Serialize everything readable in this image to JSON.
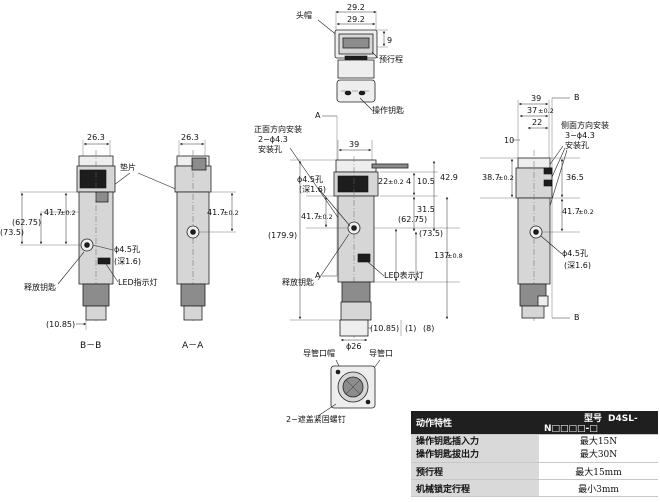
{
  "drawing": {
    "top_view": {
      "head_cap": "头帽",
      "dim_a": "29.2",
      "dim_b": "29.2",
      "dim_9": "9",
      "pre_stroke": "预行程",
      "key": "操作钥匙"
    },
    "view_bb": {
      "width": "26.3",
      "spacer": "垫片",
      "d_41_7": "41.7",
      "tol_41_7": "±0.2",
      "d_62_75": "(62.75)",
      "d_73_5": "(73.5)",
      "hole": "ϕ4.5孔",
      "hole_depth": "(深1.6)",
      "release_key": "释放钥匙",
      "led": "LED指示灯",
      "d_10_85": "(10.85)",
      "caption": "B－B"
    },
    "view_aa": {
      "width": "26.3",
      "d_41_7": "41.7",
      "tol": "±0.2",
      "caption": "A－A"
    },
    "front_view": {
      "section_a_top": "A",
      "section_a_bottom": "A",
      "front_mount": "正面方向安装",
      "front_mount_holes": "2−ϕ4.3",
      "front_mount_label": "安装孔",
      "width_39": "39",
      "hole": "ϕ4.5孔",
      "hole_depth": "(深1.6)",
      "d_22": "22",
      "tol_22": "±0.2",
      "d_4": "4",
      "d_10_5": "10.5",
      "d_42_9": "42.9",
      "d_31_5": "31.5",
      "d_41_7": "41.7",
      "tol_41_7": "±0.2",
      "d_179_9": "(179.9)",
      "d_62_75": "(62.75)",
      "d_73_5": "(73.5)",
      "d_137": "137",
      "tol_137": "±0.8",
      "release_key": "释放钥匙",
      "led": "LED表示灯",
      "d_10_85": "(10.85)",
      "d_1": "(1)",
      "d_8": "(8)",
      "phi_26": "ϕ26",
      "conduit_cap": "导管口帽",
      "conduit_port": "导管口",
      "screws": "2−遮盖紧固螺钉"
    },
    "side_view": {
      "section_b_top": "B",
      "section_b_bottom": "B",
      "width_39": "39",
      "width_37": "37",
      "tol_37": "±0.2",
      "width_22": "22",
      "d_10": "10",
      "side_mount": "侧面方向安装",
      "side_mount_holes": "3−ϕ4.3",
      "side_mount_label": "安装孔",
      "d_38_7": "38.7",
      "tol_38_7": "±0.2",
      "d_36_5": "36.5",
      "d_41_7": "41.7",
      "tol_41_7": "±0.2",
      "hole": "ϕ4.5孔",
      "hole_depth": "(深1.6)"
    }
  },
  "spec_table": {
    "header_label": "动作特性",
    "model_label": "型号",
    "model_value": "D4SL-N□□□□-□",
    "rows": [
      {
        "labels": [
          "操作钥匙插入力",
          "操作钥匙拔出力"
        ],
        "values": [
          "最大15N",
          "最大30N"
        ]
      },
      {
        "labels": [
          "预行程"
        ],
        "values": [
          "最大15mm"
        ]
      },
      {
        "labels": [
          "机械锁定行程"
        ],
        "values": [
          "最小3mm"
        ]
      }
    ]
  }
}
